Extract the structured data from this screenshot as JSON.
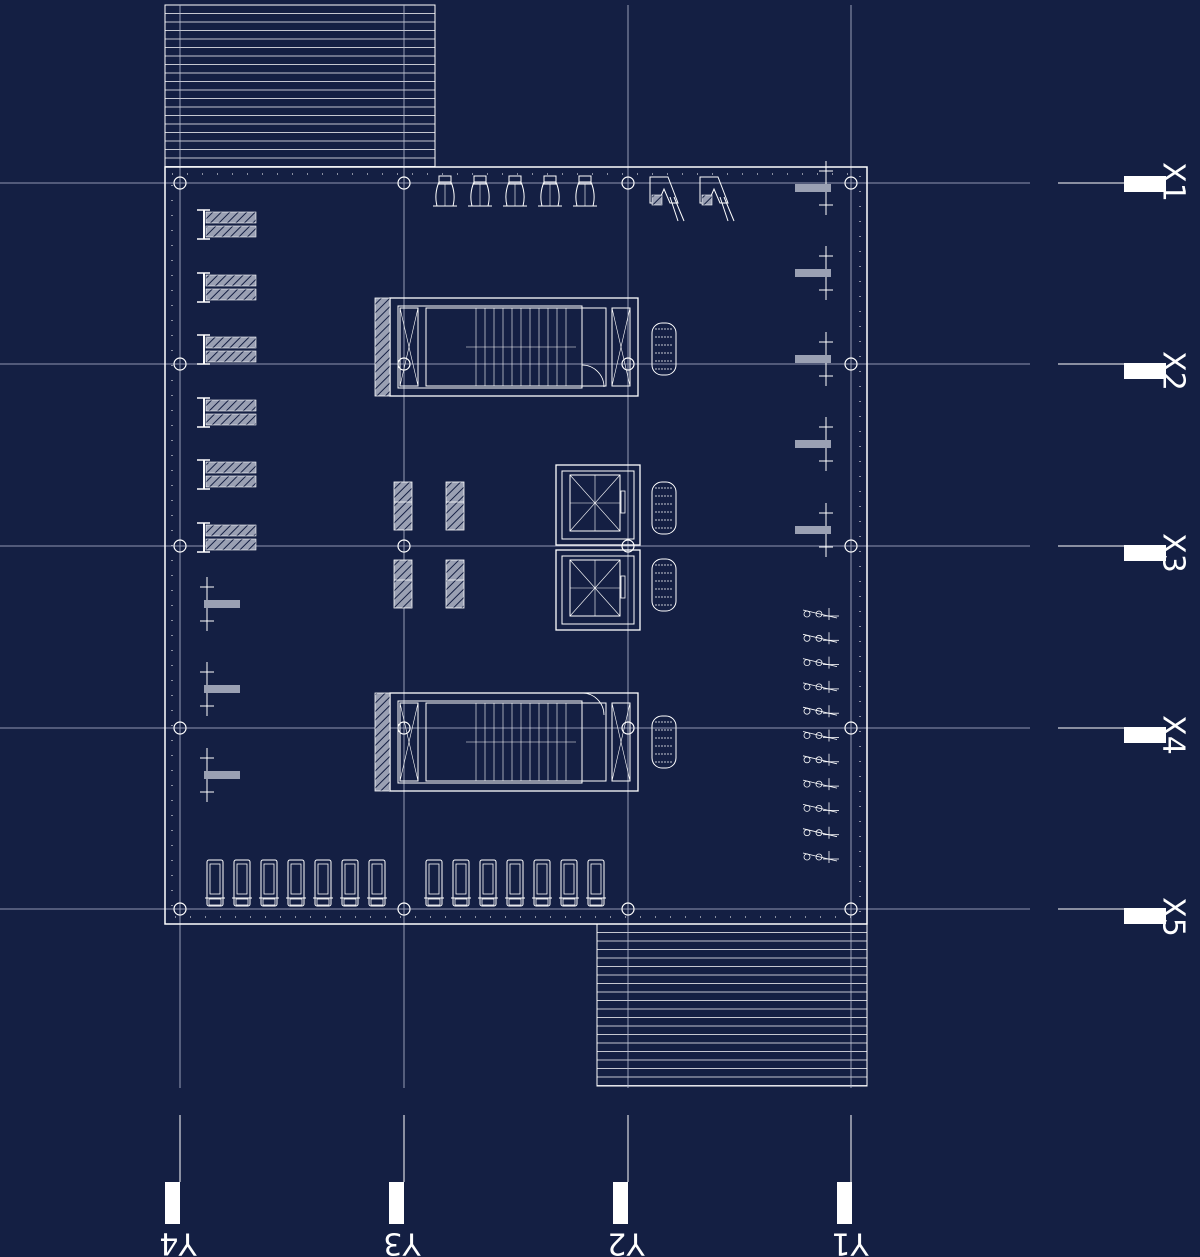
{
  "colors": {
    "background": "#141f43",
    "line": "#ffffff",
    "grid": "#b8bfd4",
    "fill": "#9aa0b3"
  },
  "grid_rows": [
    {
      "label": "X1"
    },
    {
      "label": "X2"
    },
    {
      "label": "X3"
    },
    {
      "label": "X4"
    },
    {
      "label": "X5"
    }
  ],
  "grid_columns": [
    {
      "label": "Y1"
    },
    {
      "label": "Y2"
    },
    {
      "label": "Y3"
    },
    {
      "label": "Y4"
    }
  ],
  "icons": {
    "staircase": "staircase-icon",
    "elevator": "elevator-icon",
    "treadmill": "treadmill-icon",
    "bench": "bench-press-icon",
    "rower": "rowing-machine-icon",
    "bike": "exercise-bike-icon",
    "dumbbell": "dumbbell-rack-icon",
    "ramp": "ramp-icon"
  }
}
